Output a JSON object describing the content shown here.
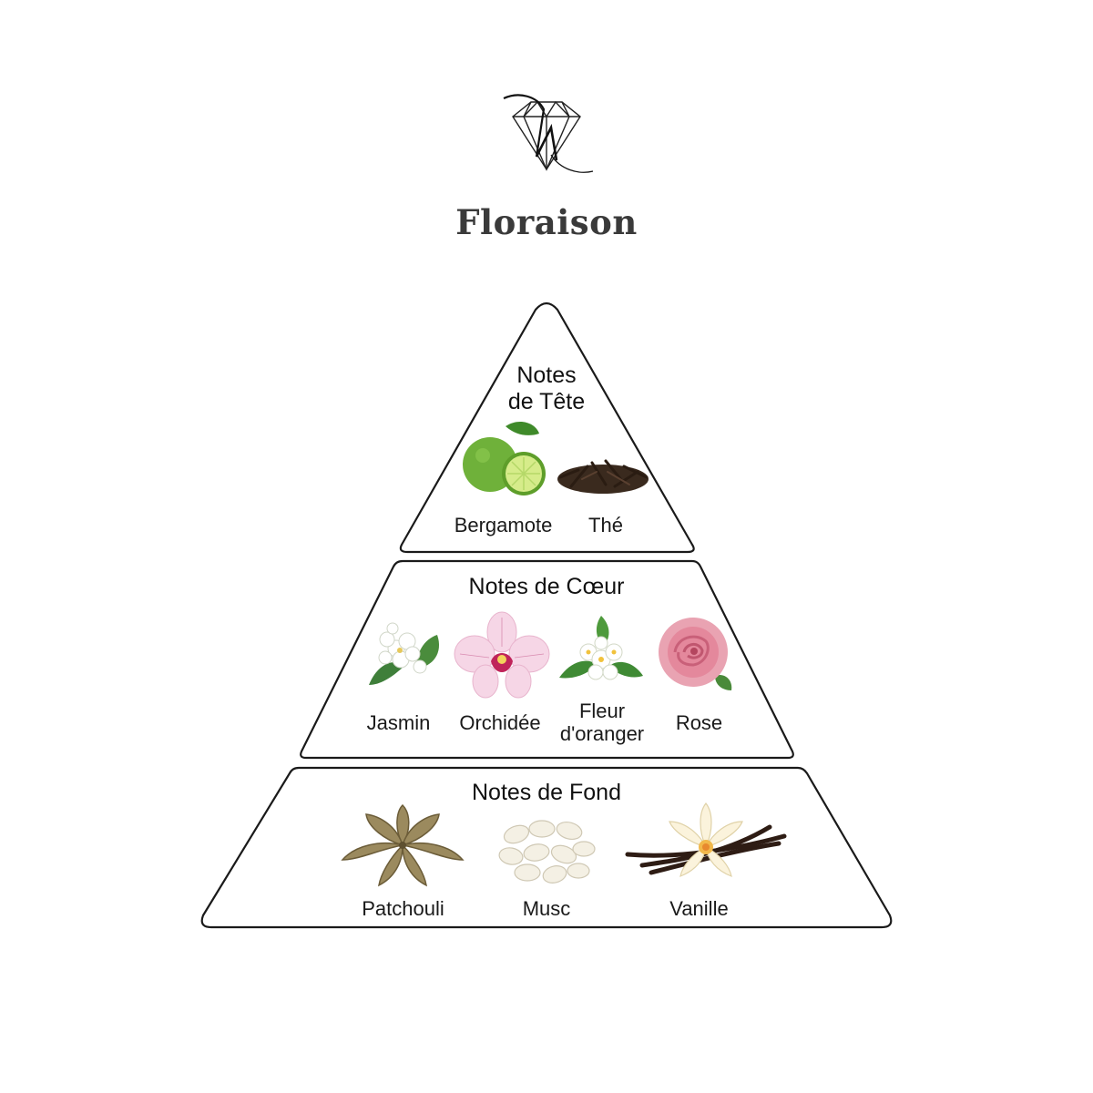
{
  "brand": {
    "logo_icon": "diamond-monogram-icon"
  },
  "title": "Floraison",
  "tiers": [
    {
      "title_line1": "Notes",
      "title_line2": "de Tête",
      "ingredients": [
        {
          "label": "Bergamote",
          "icon": "bergamot-icon"
        },
        {
          "label": "Thé",
          "icon": "tea-leaves-icon"
        }
      ]
    },
    {
      "title": "Notes de Cœur",
      "ingredients": [
        {
          "label": "Jasmin",
          "icon": "jasmine-icon"
        },
        {
          "label": "Orchidée",
          "icon": "orchid-icon"
        },
        {
          "label_line1": "Fleur",
          "label_line2": "d'oranger",
          "icon": "orange-blossom-icon"
        },
        {
          "label": "Rose",
          "icon": "rose-icon"
        }
      ]
    },
    {
      "title": "Notes de Fond",
      "ingredients": [
        {
          "label": "Patchouli",
          "icon": "patchouli-leaf-icon"
        },
        {
          "label": "Musc",
          "icon": "musk-icon"
        },
        {
          "label": "Vanille",
          "icon": "vanilla-icon"
        }
      ]
    }
  ],
  "colors": {
    "outline": "#1a1a1a",
    "title": "#3a3a3a"
  }
}
